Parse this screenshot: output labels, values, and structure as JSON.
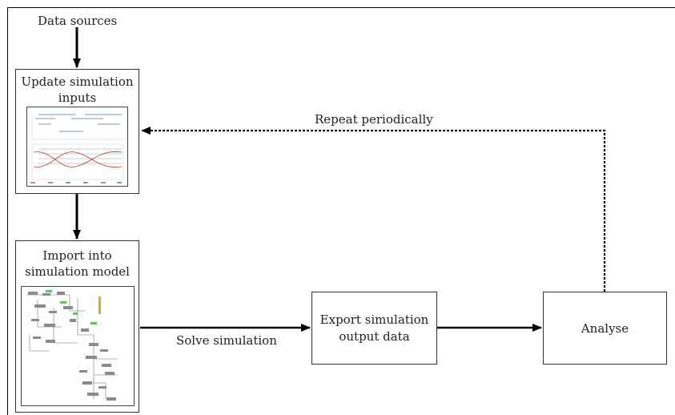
{
  "diagram": {
    "data_sources": "Data sources",
    "update_box": {
      "line1": "Update simulation",
      "line2": "inputs"
    },
    "import_box": {
      "line1": "Import into",
      "line2": "simulation model"
    },
    "export_box": {
      "line1": "Export simulation",
      "line2": "output data"
    },
    "analyse_box": {
      "label": "Analyse"
    },
    "solve_label": "Solve simulation",
    "repeat_label": "Repeat periodically"
  },
  "colors": {
    "line": "#000000",
    "box_border": "#333333",
    "series_blue": "#4a6fbf",
    "series_red": "#c0392b",
    "series_green": "#2e8b57",
    "node_green": "#6abf69",
    "node_orange": "#e6a23c"
  }
}
